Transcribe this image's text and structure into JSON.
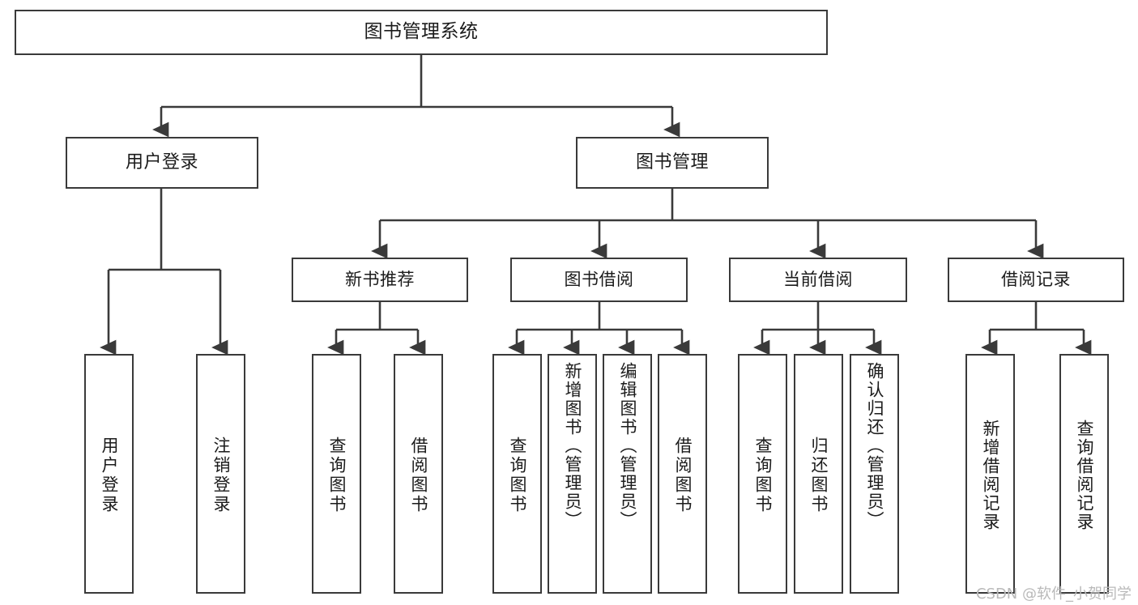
{
  "diagram": {
    "type": "tree-hierarchy",
    "title": "图书管理系统",
    "watermark": "CSDN @软件_小贺同学",
    "nodes": {
      "root": {
        "label": "图书管理系统"
      },
      "level2": [
        {
          "id": "user-login",
          "label": "用户登录"
        },
        {
          "id": "book-manage",
          "label": "图书管理"
        }
      ],
      "level3": [
        {
          "id": "new-book-recommend",
          "label": "新书推荐"
        },
        {
          "id": "book-borrow",
          "label": "图书借阅"
        },
        {
          "id": "current-borrow",
          "label": "当前借阅"
        },
        {
          "id": "borrow-record",
          "label": "借阅记录"
        }
      ],
      "leaves": {
        "user-login": [
          {
            "id": "leaf-user-login",
            "label": "用户登录"
          },
          {
            "id": "leaf-logout-login",
            "label": "注销登录"
          }
        ],
        "new-book-recommend": [
          {
            "id": "leaf-query-book-1",
            "label": "查询图书"
          },
          {
            "id": "leaf-borrow-book-1",
            "label": "借阅图书"
          }
        ],
        "book-borrow": [
          {
            "id": "leaf-query-book-2",
            "label": "查询图书"
          },
          {
            "id": "leaf-add-book-admin",
            "label": "新增图书（管理员）"
          },
          {
            "id": "leaf-edit-book-admin",
            "label": "编辑图书（管理员）"
          },
          {
            "id": "leaf-borrow-book-2",
            "label": "借阅图书"
          }
        ],
        "current-borrow": [
          {
            "id": "leaf-query-book-3",
            "label": "查询图书"
          },
          {
            "id": "leaf-return-book",
            "label": "归还图书"
          },
          {
            "id": "leaf-confirm-return-admin",
            "label": "确认归还（管理员）"
          }
        ],
        "borrow-record": [
          {
            "id": "leaf-add-borrow-record",
            "label": "新增借阅记录"
          },
          {
            "id": "leaf-query-borrow-record",
            "label": "查询借阅记录"
          }
        ]
      }
    },
    "colors": {
      "stroke": "#3a3a3a",
      "text": "#1b1b1b",
      "background": "#ffffff",
      "watermark": "#b9b9b9"
    }
  }
}
